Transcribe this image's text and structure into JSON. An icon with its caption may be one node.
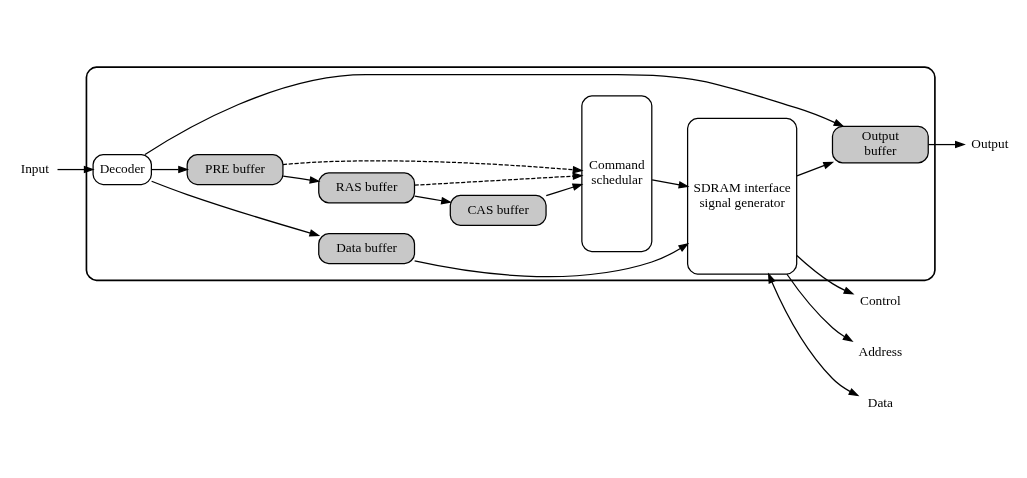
{
  "diagram": {
    "nodes": [
      {
        "text": [],
        "shape": "box"
      },
      {
        "text": [
          "Decoder"
        ],
        "in": 0
      },
      {
        "text": [
          "Data buffer"
        ],
        "in": 0
      },
      {
        "text": [
          "PRE buffer"
        ],
        "in": 0
      },
      {
        "text": [
          "RAS buffer"
        ],
        "in": 0
      },
      {
        "text": [
          "CAS buffer"
        ],
        "in": 0
      },
      {
        "text": [
          "Output buffer"
        ],
        "in": 0
      },
      {
        "text": [
          "Command schedular"
        ],
        "in": 0
      },
      {
        "text": [
          "SDRAM interface signal generator"
        ],
        "in": 0
      },
      {
        "text": [
          "Input"
        ]
      },
      {
        "text": [
          "Output"
        ]
      },
      {
        "text": [
          "Control"
        ]
      },
      {
        "text": [
          "Address"
        ]
      },
      {
        "text": [
          "Data"
        ]
      }
    ],
    "edges": [
      {
        "from": 9,
        "to": 1,
        "arrow": "to"
      },
      {
        "from": 1,
        "to": 2,
        "arrow": "to"
      },
      {
        "from": 1,
        "to": 3,
        "arrow": "to"
      },
      {
        "from": 1,
        "to": 6,
        "arrow": "to"
      },
      {
        "from": 2,
        "to": 8,
        "arrow": "to"
      },
      {
        "from": 3,
        "to": 7,
        "arrow": "to",
        "style": "dashed"
      },
      {
        "from": 3,
        "to": 4,
        "arrow": "to"
      },
      {
        "from": 4,
        "to": 7,
        "arrow": "to",
        "style": "dashed"
      },
      {
        "from": 4,
        "to": 5,
        "arrow": "to"
      },
      {
        "from": 5,
        "to": 7,
        "arrow": "to"
      },
      {
        "from": 7,
        "to": 8,
        "arrow": "to"
      },
      {
        "from": 8,
        "to": 11,
        "arrow": "to"
      },
      {
        "from": 8,
        "to": 12,
        "arrow": "to"
      },
      {
        "from": 8,
        "to": 13,
        "arrow": "both"
      },
      {
        "from": 8,
        "to": 6,
        "arrow": "to"
      },
      {
        "from": 6,
        "to": 10,
        "arrow": "to"
      }
    ]
  }
}
